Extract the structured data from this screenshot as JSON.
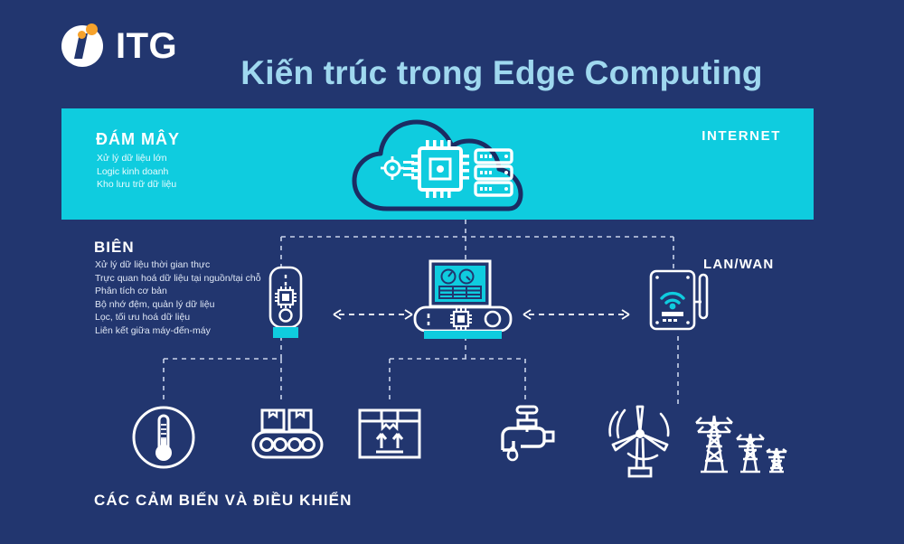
{
  "brand": {
    "name": "ITG",
    "logo_icon": "itg-circle-i-logo",
    "accent_orange": "#f6a22b"
  },
  "title": "Kiến trúc trong Edge Computing",
  "colors": {
    "background_navy": "#22366f",
    "band_cyan": "#0fccdf",
    "title_light_blue": "#9fd8ef",
    "white": "#ffffff",
    "cloud_outline_navy": "#1b2c63"
  },
  "cloud_section": {
    "heading": "ĐÁM MÂY",
    "items": [
      "Xử lý dữ liệu lớn",
      "Logic kinh doanh",
      "Kho lưu trữ dữ liệu"
    ],
    "right_label": "INTERNET",
    "icon": "cloud-with-chip-and-server"
  },
  "edge_section": {
    "heading": "BIÊN",
    "items": [
      "Xử lý dữ liệu thời gian thực",
      "Trực quan hoá dữ liệu tại nguồn/tại chỗ",
      "Phân tích cơ bản",
      "Bộ nhớ đệm, quản lý dữ liệu",
      "Lọc, tối ưu hoá dữ liệu",
      "Liên kết giữa máy-đến-máy"
    ],
    "network_label": "LAN/WAN",
    "devices": [
      {
        "name": "edge-sensor-node",
        "icon": "vertical-device-with-chip"
      },
      {
        "name": "edge-gateway",
        "icon": "monitor-dashboard-over-gateway-box"
      },
      {
        "name": "lan-wan-router",
        "icon": "wifi-router-with-antenna"
      }
    ]
  },
  "sensors_section": {
    "caption": "CÁC CẢM BIẾN VÀ ĐIỀU KHIỂN",
    "items": [
      {
        "name": "temperature-sensor",
        "icon": "thermometer-in-circle-icon"
      },
      {
        "name": "conveyor-belt",
        "icon": "conveyor-belt-with-boxes-icon"
      },
      {
        "name": "package-handling",
        "icon": "open-box-with-up-arrows-icon"
      },
      {
        "name": "water-valve",
        "icon": "faucet-with-drop-icon"
      },
      {
        "name": "wind-turbine",
        "icon": "wind-turbine-icon"
      },
      {
        "name": "power-grid",
        "icon": "transmission-towers-icon"
      }
    ]
  }
}
